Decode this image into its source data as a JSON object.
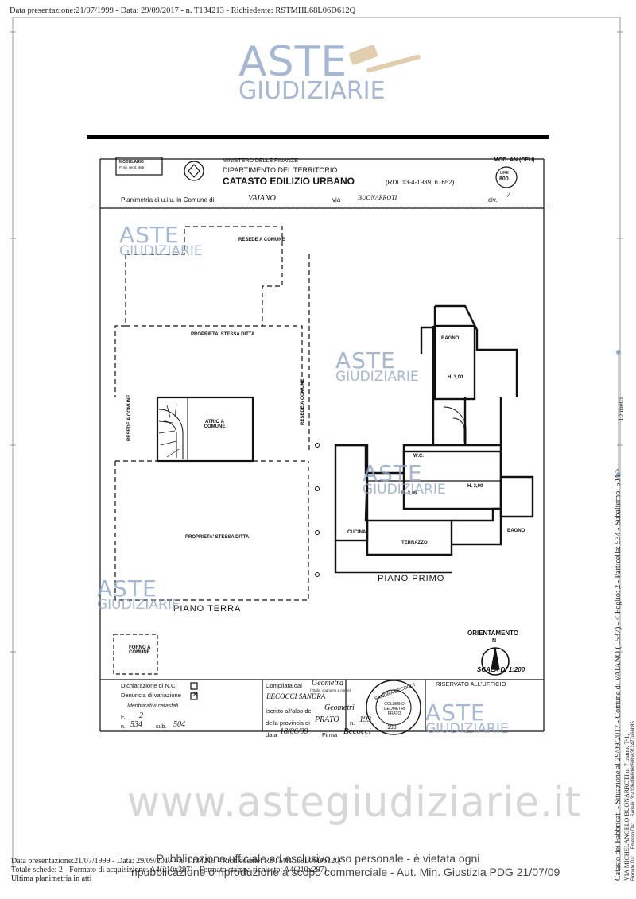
{
  "header_line": "Data presentazione:21/07/1999 - Data: 29/09/2017 - n. T134213 - Richiedente: RSTMHL68L06D612Q",
  "watermark": {
    "line1": "ASTE",
    "line2": "GIUDIZIARIE",
    "url": "www.astegiudiziarie.it",
    "notice_line1": "Pubblicazione ufficiale ad esclusivo uso personale - è vietata ogni",
    "notice_line2": "ripubblicazione o riproduzione a scopo commerciale - Aut. Min. Giustizia PDG 21/07/09"
  },
  "form": {
    "modulario": "MODULARIO",
    "modulario_sub": "F. rig. rend. 466",
    "ministry": "MINISTERO DELLE FINANZE",
    "department": "DIPARTIMENTO DEL TERRITORIO",
    "catasto": "CATASTO EDILIZIO URBANO",
    "law": "(RDL 13-4-1939, n. 652)",
    "mod": "MOD. AN (CEU)",
    "stamp_lire": "LIRE",
    "stamp_value": "800",
    "planimetria_label": "Planimetria di u.i.u. in Comune di",
    "comune": "VAIANO",
    "via_label": "via",
    "via": "BUONARROTI",
    "civ_label": "civ.",
    "civ": "7"
  },
  "plan": {
    "resede_comune_top": "RESEDE A COMUNE",
    "proprieta_1": "PROPRIETA' STESSA DITTA",
    "proprieta_2": "PROPRIETA' STESSA DITTA",
    "resede_left": "RESEDE A COMUNE",
    "resede_right": "RESEDE A COMUNE",
    "atrio": "ATRIO A COMUNE",
    "piano_terra": "PIANO TERRA",
    "piano_primo": "PIANO PRIMO",
    "bagno_1": "BAGNO",
    "bagno_2": "BAGNO",
    "h1": "H. 3,00",
    "h2": "H. 3,00",
    "h3": "H. 3,00",
    "wc": "W.C.",
    "cucina": "CUCINA",
    "terrazzo": "TERRAZZO",
    "forno": "FORNO A COMUNE",
    "orientamento": "ORIENTAMENTO",
    "north": "N",
    "scala": "SCALA DI 1:200"
  },
  "footer_form": {
    "dichiarazione": "Dichiarazione di N.C.",
    "denuncia": "Denuncia di variazione",
    "identificativi": "Identificativi catastali",
    "f_label": "F.",
    "foglio": "2",
    "n_label": "n.",
    "particella": "534",
    "sub_label": "sub.",
    "sub": "504",
    "compilata_label": "Compilata dal",
    "compilata": "Geometra",
    "titolo_sub": "(Titolo, cognome e nome)",
    "nome": "BECOCCI SANDRA",
    "iscritto_label": "Iscritto all'albo dei",
    "albo": "Geometri",
    "provincia_label": "della provincia di",
    "provincia": "PRATO",
    "n2_label": "n.",
    "numero": "193",
    "data_label": "data",
    "data": "18/06/99",
    "firma_label": "Firma",
    "firma": "Becocci",
    "seal_top": "SANDRA BECOCCI",
    "seal_mid": "COLLEGIO GEOMETRI PRATO",
    "seal_num": "193",
    "riservato": "RISERVATO ALL'UFFICIO"
  },
  "right_margin": {
    "line1": "Catasto dei Fabbricati - Situazione al 29/09/2017 - Comune di VAIANO (L537) - < Foglio: 2 - Particella: 534 - Subalterno: 504 >",
    "line2": "VIA MICHELANGELO BUONARROTI n. 7 piano: T-1;",
    "line3": "Firmato Da: ... Emesso Da: ... Serial#: 3c4126e866d6b5f8b6312477e66b85",
    "scale_mark": "10 metri"
  },
  "bottom_lines": [
    "Data presentazione:21/07/1999 - Data: 29/09/2017 - n. T134213 - Richiedente: RSTMHL68L06D612Q",
    "Totale schede: 2 - Formato di acquisizione: A4(210x297) - Formato stampa richiesto: A4(210x297)",
    "Ultima planimetria in atti"
  ]
}
